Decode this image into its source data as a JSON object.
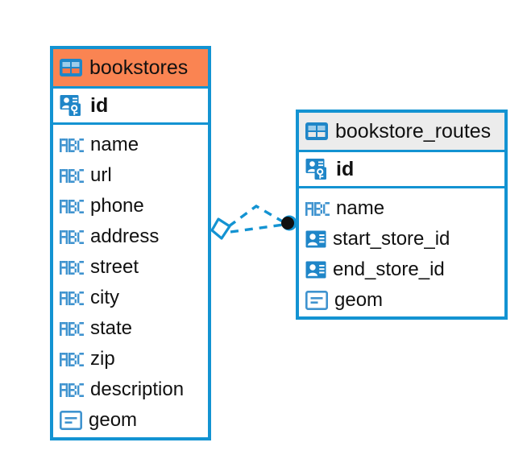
{
  "diagram": {
    "type": "entity-relationship-diagram",
    "background": "#ffffff",
    "colors": {
      "accent_blue": "#1393d2",
      "header_orange": "#fa8452",
      "header_grey": "#ececec",
      "text": "#111111",
      "endpoint_black": "#101010"
    },
    "entities": [
      {
        "id": "bookstores",
        "title": "bookstores",
        "header_style": "orange",
        "title_icon": "table-icon",
        "primary_key": {
          "name": "id",
          "icon": "primary-key-icon"
        },
        "columns": [
          {
            "name": "name",
            "icon": "abc-text-icon"
          },
          {
            "name": "url",
            "icon": "abc-text-icon"
          },
          {
            "name": "phone",
            "icon": "abc-text-icon"
          },
          {
            "name": "address",
            "icon": "abc-text-icon"
          },
          {
            "name": "street",
            "icon": "abc-text-icon"
          },
          {
            "name": "city",
            "icon": "abc-text-icon"
          },
          {
            "name": "state",
            "icon": "abc-text-icon"
          },
          {
            "name": "zip",
            "icon": "abc-text-icon"
          },
          {
            "name": "description",
            "icon": "abc-text-icon"
          },
          {
            "name": "geom",
            "icon": "geometry-icon"
          }
        ]
      },
      {
        "id": "bookstore_routes",
        "title": "bookstore_routes",
        "header_style": "grey",
        "title_icon": "table-icon",
        "primary_key": {
          "name": "id",
          "icon": "primary-key-icon"
        },
        "columns": [
          {
            "name": "name",
            "icon": "abc-text-icon"
          },
          {
            "name": "start_store_id",
            "icon": "foreign-key-icon"
          },
          {
            "name": "end_store_id",
            "icon": "foreign-key-icon"
          },
          {
            "name": "geom",
            "icon": "geometry-icon"
          }
        ]
      }
    ],
    "relationship": {
      "from_entity": "bookstores",
      "to_entity": "bookstore_routes",
      "line_style": "dashed",
      "line_color": "#1393d2",
      "source_marker": "diamond-marker",
      "target_marker": "filled-circle-marker"
    }
  }
}
